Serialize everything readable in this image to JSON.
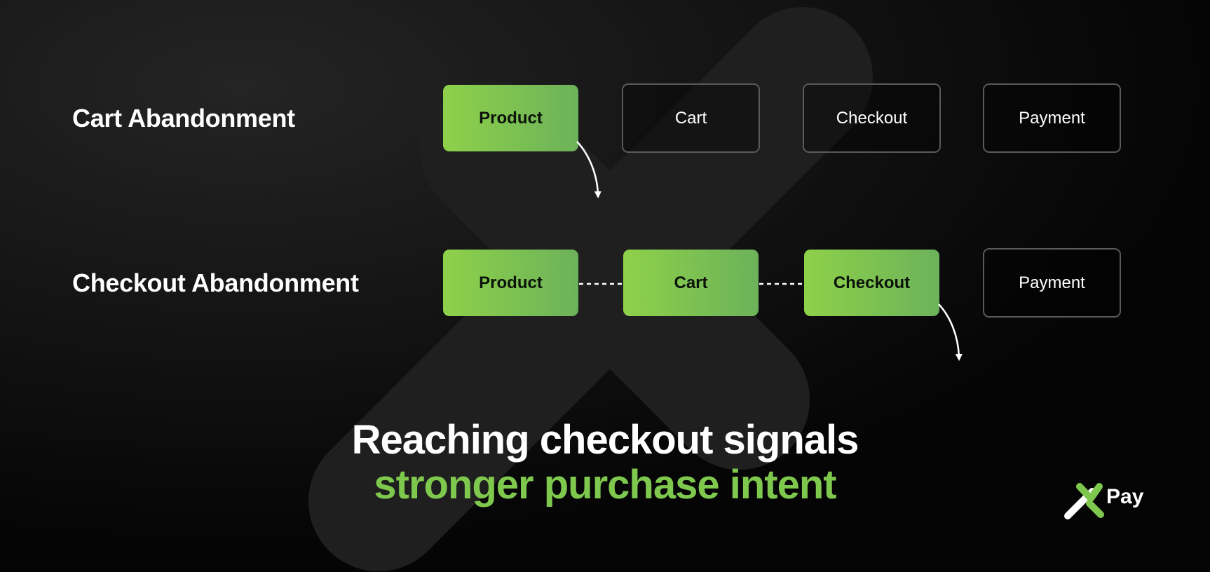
{
  "rows": [
    {
      "label": "Cart Abandonment",
      "steps": [
        {
          "label": "Product",
          "reached": true
        },
        {
          "label": "Cart",
          "reached": false
        },
        {
          "label": "Checkout",
          "reached": false
        },
        {
          "label": "Payment",
          "reached": false
        }
      ]
    },
    {
      "label": "Checkout Abandonment",
      "steps": [
        {
          "label": "Product",
          "reached": true
        },
        {
          "label": "Cart",
          "reached": true
        },
        {
          "label": "Checkout",
          "reached": true
        },
        {
          "label": "Payment",
          "reached": false
        }
      ]
    }
  ],
  "headline": {
    "line1": "Reaching checkout signals",
    "line2": "stronger purchase intent"
  },
  "brand": {
    "name": "Pay",
    "icon": "xpay-logo-icon"
  },
  "colors": {
    "background": "#050505",
    "accent_green": "#7ec84e",
    "step_border": "#5a5a5a"
  }
}
